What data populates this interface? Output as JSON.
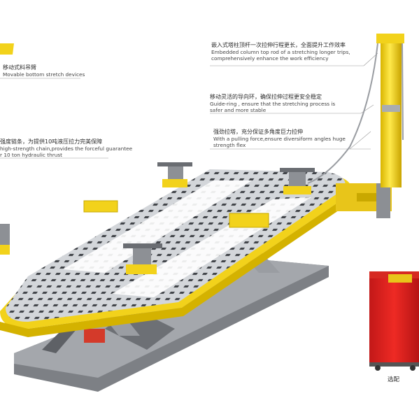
{
  "annotations": {
    "movable_arm": {
      "zh": "移动式料吊臂",
      "en": "Movable bottom stretch devices"
    },
    "chain": {
      "zh": "强度链条，为提供10吨液压拉力完美保障",
      "en1": "high-strength chain,provides the forceful guarantee",
      "en2": "r 10 ton hydraulic thrust"
    },
    "tower_top": {
      "zh": "嵌入式塔柱顶杆一次拉伸行程更长，全面提升工作效率",
      "en1": "Embedded column top rod of a stretching longer trips,",
      "en2": "comprehensively enhance the work efficiency"
    },
    "guide_ring": {
      "zh": "移动灵活的导向环，确保拉伸过程更安全稳定",
      "en1": "Guide-ring , ensure that the stretching process is",
      "en2": "safer and more stable"
    },
    "tower": {
      "zh": "强劲拉塔，充分保证多角度巨力拉伸",
      "en1": "With a pulling force,ensure diversiform angles huge",
      "en2": "strength flex"
    }
  },
  "optional_label": "选配",
  "colors": {
    "frame_yellow": "#f2d21b",
    "deck_gray": "#c9ccd0",
    "base_gray": "#8e9196",
    "pump_red": "#e32322"
  },
  "icons": [
    "chain-icon",
    "clamp-icon",
    "pump-cabinet-icon"
  ]
}
